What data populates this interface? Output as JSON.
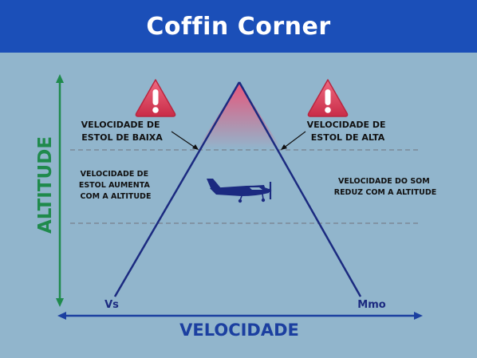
{
  "title": "Coffin Corner",
  "axes": {
    "y_label": "ALTITUDE",
    "x_label": "VELOCIDADE"
  },
  "labels": {
    "low_speed_stall": [
      "VELOCIDADE DE",
      "ESTOL DE BAIXA"
    ],
    "high_speed_stall": [
      "VELOCIDADE DE",
      "ESTOL DE ALTA"
    ],
    "stall_increases": [
      "VELOCIDADE DE",
      "ESTOL AUMENTA",
      "COM A ALTITUDE"
    ],
    "sound_reduces": [
      "VELOCIDADE DO SOM",
      "REDUZ COM A ALTITUDE"
    ],
    "vs": "Vs",
    "mmo": "Mmo"
  },
  "colors": {
    "header_bg": "#1b4fb8",
    "background": "#91b5cc",
    "triangle": "#1b2a80",
    "altitude_axis": "#1f8a4c",
    "velocity_axis": "#1b3fa0",
    "warning": "#e0405a",
    "peak_gradient": "#e8557a"
  },
  "icons": [
    "warning-icon",
    "warning-icon",
    "airplane-icon"
  ]
}
